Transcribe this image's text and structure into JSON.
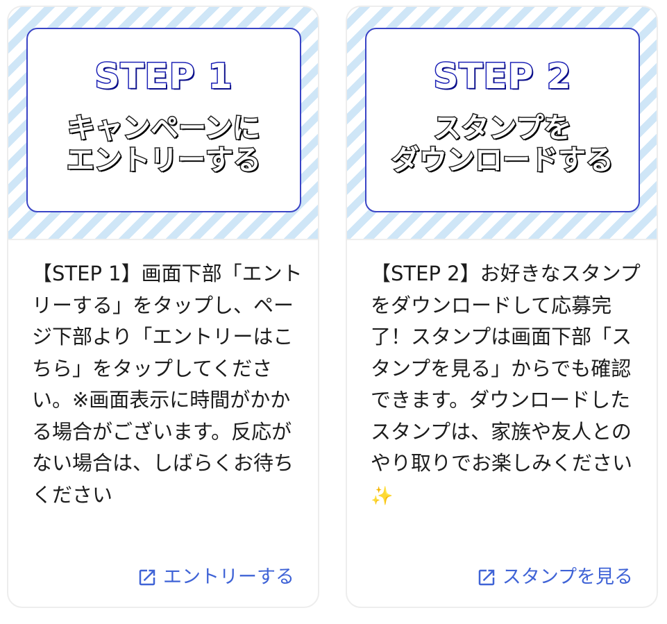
{
  "cards": [
    {
      "banner": {
        "step": "STEP 1",
        "subtitle_line1": "キャンペーンに",
        "subtitle_line2": "エントリーする"
      },
      "description": "【STEP 1】画面下部「エントリーする」をタップし、ページ下部より「エントリーはこちら」をタップしてください。※画面表示に時間がかかる場合がございます。反応がない場合は、しばらくお待ちください",
      "link": {
        "icon": "external-link-icon",
        "label": "エントリーする"
      }
    },
    {
      "banner": {
        "step": "STEP 2",
        "subtitle_line1": "スタンプを",
        "subtitle_line2": "ダウンロードする"
      },
      "description": "【STEP 2】お好きなスタンプをダウンロードして応募完了！スタンプは画面下部「スタンプを見る」からでも確認できます。ダウンロードしたスタンプは、家族や友人とのやり取りでお楽しみください",
      "sparkle": "✨",
      "link": {
        "icon": "external-link-icon",
        "label": "スタンプを見る"
      }
    }
  ],
  "colors": {
    "link": "#3f63d6",
    "banner_stripe": "#cfe6f7",
    "banner_border": "#3a44c6",
    "step_outline": "#1a1fb6",
    "text": "#1c1c1c"
  }
}
